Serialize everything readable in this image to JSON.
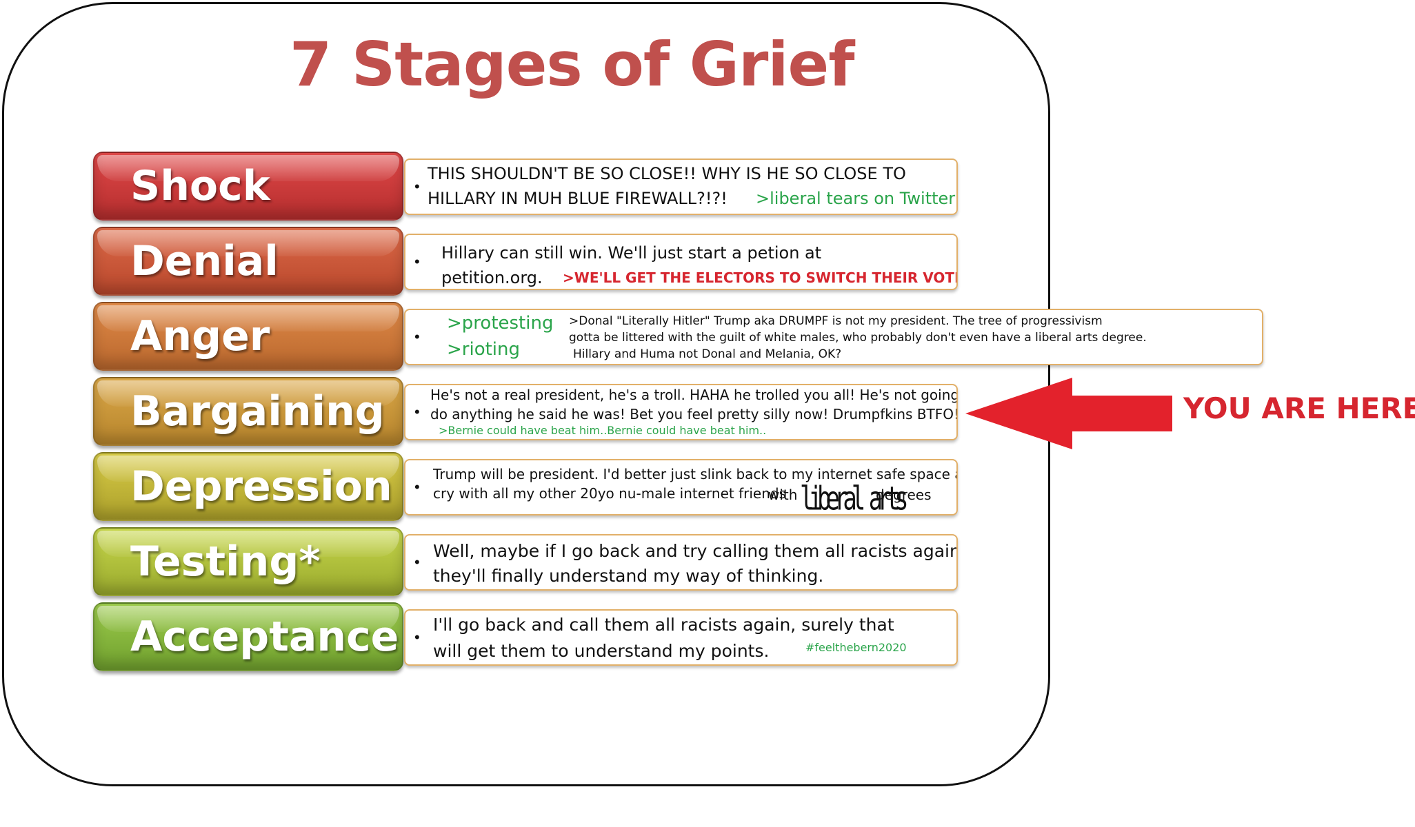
{
  "title": "7 Stages of Grief",
  "colors": {
    "title": "#c0504d",
    "shock": "#d23c3c",
    "denial": "#cf5a3a",
    "anger": "#d27b3c",
    "bargaining": "#d3a03e",
    "depression": "#c8bb3a",
    "testing": "#b5c63e",
    "acceptance": "#86b640",
    "arrow": "#e3222c",
    "green_text": "#2aa44a",
    "red_text": "#d6262f"
  },
  "stages": [
    {
      "label": "Shock",
      "text_line1": "THIS SHOULDN'T BE SO CLOSE!!  WHY IS HE SO CLOSE TO",
      "text_line2": "HILLARY IN MUH BLUE FIREWALL?!?!",
      "green": ">liberal tears on Twitter"
    },
    {
      "label": "Denial",
      "text_line1": "Hillary can still win.  We'll just start a petion at",
      "text_line2": "petition.org.",
      "red": ">WE'LL GET THE ELECTORS TO SWITCH THEIR VOTE!!"
    },
    {
      "label": "Anger",
      "green_line1": ">protesting",
      "green_line2": ">rioting",
      "text_line1": ">Donal \"Literally Hitler\" Trump aka DRUMPF is not my president.  The tree of progressivism",
      "text_line2": "gotta be littered with the guilt of white males, who probably don't even have a liberal arts degree.",
      "text_line3": "Hillary and Huma not Donal and Melania, OK?"
    },
    {
      "label": "Bargaining",
      "text_line1": "He's not a real president, he's a troll.  HAHA he trolled you all!  He's not going to",
      "text_line2": "do anything he said he was!  Bet you feel pretty silly now!   Drumpfkins BTFO!",
      "green": ">Bernie could have beat him..Bernie could have beat him.."
    },
    {
      "label": "Depression",
      "text_line1": "Trump will be president.  I'd better just slink back to my internet safe space and",
      "text_line2": "cry with all my other 20yo nu-male internet friends",
      "with": "with",
      "liberal_arts": "liberal arts",
      "degrees": "degrees"
    },
    {
      "label": "Testing*",
      "text_line1": "Well, maybe if I go back and try calling them all racists again",
      "text_line2": "they'll finally understand my way of thinking."
    },
    {
      "label": "Acceptance",
      "text_line1": "I'll go back and call them all racists again, surely that",
      "text_line2": "will get them to understand my points.",
      "green": "#feelthebern2020"
    }
  ],
  "callout": "YOU ARE HERE",
  "bullet": "•"
}
